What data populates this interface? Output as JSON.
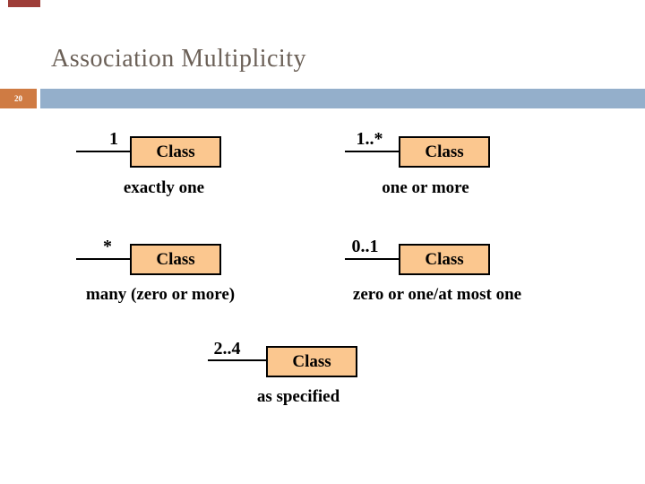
{
  "slide": {
    "title": "Association Multiplicity",
    "page_number": "20"
  },
  "colors": {
    "title_text": "#6B6057",
    "accent_bar_blue": "#94AFCB",
    "page_number_box_orange": "#CF7B43",
    "corner_mark_red": "#9E3D38",
    "class_box_fill_peach": "#FBC78F",
    "class_box_border": "#000000",
    "diagram_text": "#000000"
  },
  "diagram": {
    "class_box_label": "Class",
    "examples": [
      {
        "multiplicity": "1",
        "meaning": "exactly one"
      },
      {
        "multiplicity": "1..*",
        "meaning": "one or more"
      },
      {
        "multiplicity": "*",
        "meaning": "many (zero or more)"
      },
      {
        "multiplicity": "0..1",
        "meaning": "zero or one/at most one"
      },
      {
        "multiplicity": "2..4",
        "meaning": "as specified"
      }
    ]
  }
}
